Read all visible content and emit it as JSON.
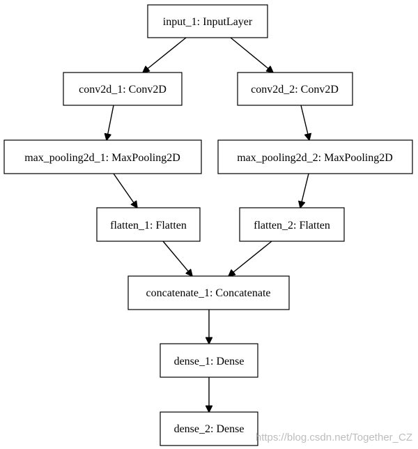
{
  "nodes": {
    "input_1": "input_1: InputLayer",
    "conv2d_1": "conv2d_1: Conv2D",
    "conv2d_2": "conv2d_2: Conv2D",
    "max_pooling2d_1": "max_pooling2d_1: MaxPooling2D",
    "max_pooling2d_2": "max_pooling2d_2: MaxPooling2D",
    "flatten_1": "flatten_1: Flatten",
    "flatten_2": "flatten_2: Flatten",
    "concatenate_1": "concatenate_1: Concatenate",
    "dense_1": "dense_1: Dense",
    "dense_2": "dense_2: Dense"
  },
  "edges": [
    [
      "input_1",
      "conv2d_1"
    ],
    [
      "input_1",
      "conv2d_2"
    ],
    [
      "conv2d_1",
      "max_pooling2d_1"
    ],
    [
      "conv2d_2",
      "max_pooling2d_2"
    ],
    [
      "max_pooling2d_1",
      "flatten_1"
    ],
    [
      "max_pooling2d_2",
      "flatten_2"
    ],
    [
      "flatten_1",
      "concatenate_1"
    ],
    [
      "flatten_2",
      "concatenate_1"
    ],
    [
      "concatenate_1",
      "dense_1"
    ],
    [
      "dense_1",
      "dense_2"
    ]
  ],
  "watermark": "https://blog.csdn.net/Together_CZ"
}
